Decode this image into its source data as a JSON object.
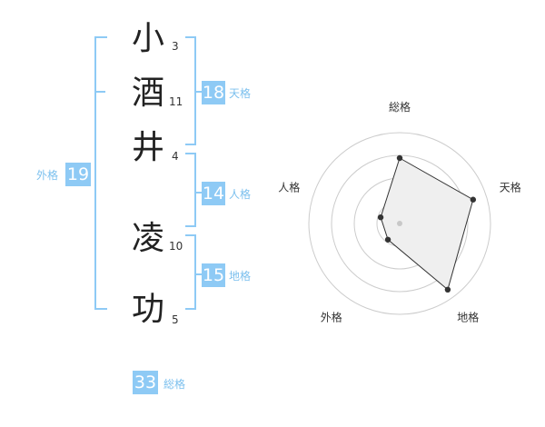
{
  "name": {
    "chars": [
      "小",
      "酒",
      "井",
      "凌",
      "功"
    ],
    "strokes": [
      "3",
      "11",
      "4",
      "10",
      "5"
    ]
  },
  "scores": {
    "tenkaku": {
      "value": "18",
      "label": "天格"
    },
    "jinkaku": {
      "value": "14",
      "label": "人格"
    },
    "chikaku": {
      "value": "15",
      "label": "地格"
    },
    "gaikaku": {
      "value": "19",
      "label": "外格"
    },
    "soukaku": {
      "value": "33",
      "label": "総格"
    }
  },
  "chart_data": {
    "type": "radar",
    "axes": [
      "総格",
      "天格",
      "地格",
      "外格",
      "人格"
    ],
    "values": [
      0.72,
      0.85,
      0.9,
      0.22,
      0.22
    ],
    "rings": 4,
    "colors": {
      "fill": "#efefef",
      "stroke": "#333333",
      "ring": "#cccccc",
      "accent": "#8ecaf5"
    }
  }
}
